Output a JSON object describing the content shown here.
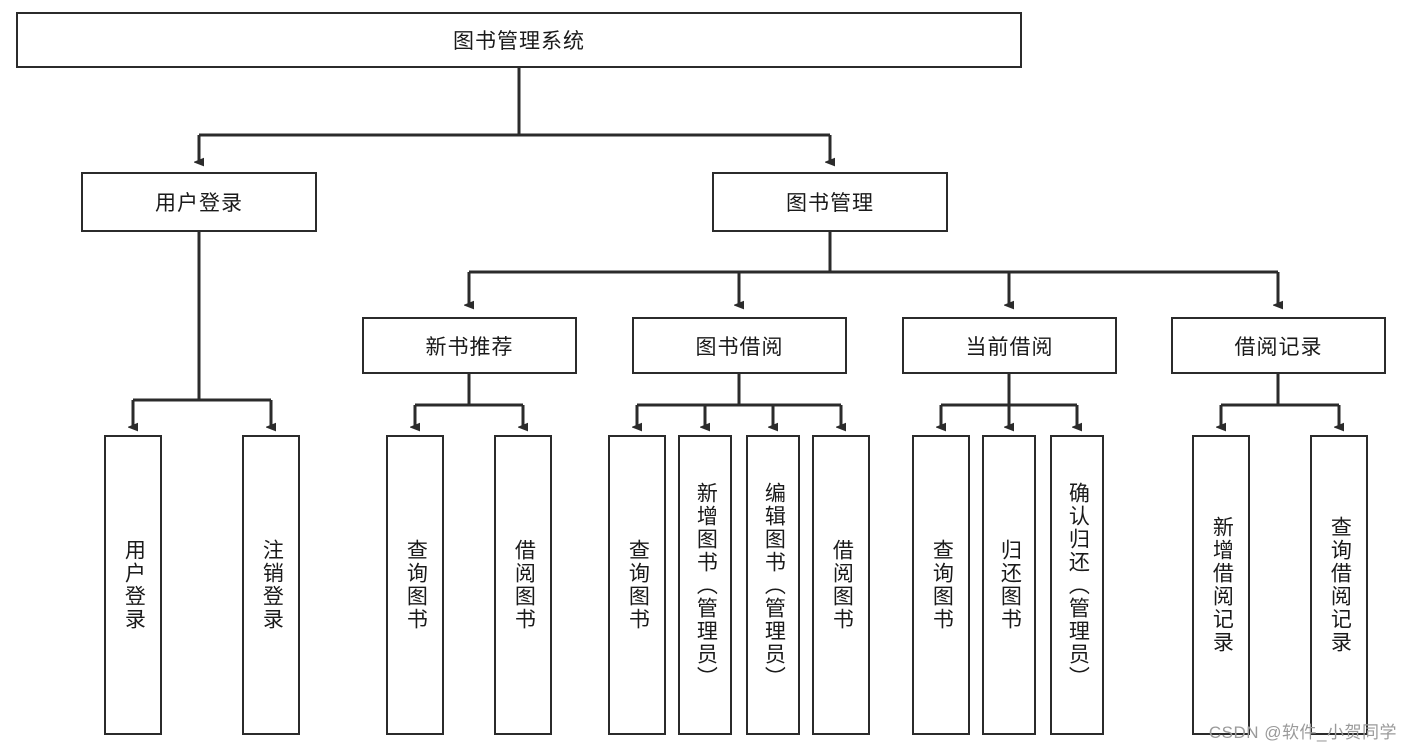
{
  "diagram": {
    "title": "图书管理系统",
    "watermark": "CSDN @软件_小贺同学",
    "colors": {
      "box_border": "#2b2b2b",
      "box_fill": "#ffffff",
      "connector": "#2b2b2b",
      "text": "#1a1a1a",
      "watermark": "#9a9a9a",
      "background": "#ffffff"
    },
    "root": {
      "label": "图书管理系统"
    },
    "level2": [
      {
        "label": "用户登录"
      },
      {
        "label": "图书管理"
      }
    ],
    "level3": [
      {
        "label": "新书推荐"
      },
      {
        "label": "图书借阅"
      },
      {
        "label": "当前借阅"
      },
      {
        "label": "借阅记录"
      }
    ],
    "leaves": {
      "user_login": [
        {
          "label": "用户登录"
        },
        {
          "label": "注销登录"
        }
      ],
      "new_book_recommend": [
        {
          "label": "查询图书"
        },
        {
          "label": "借阅图书"
        }
      ],
      "book_borrow": [
        {
          "label": "查询图书"
        },
        {
          "label": "新增图书（管理员）"
        },
        {
          "label": "编辑图书（管理员）"
        },
        {
          "label": "借阅图书"
        }
      ],
      "current_borrow": [
        {
          "label": "查询图书"
        },
        {
          "label": "归还图书"
        },
        {
          "label": "确认归还（管理员）"
        }
      ],
      "borrow_record": [
        {
          "label": "新增借阅记录"
        },
        {
          "label": "查询借阅记录"
        }
      ]
    }
  }
}
